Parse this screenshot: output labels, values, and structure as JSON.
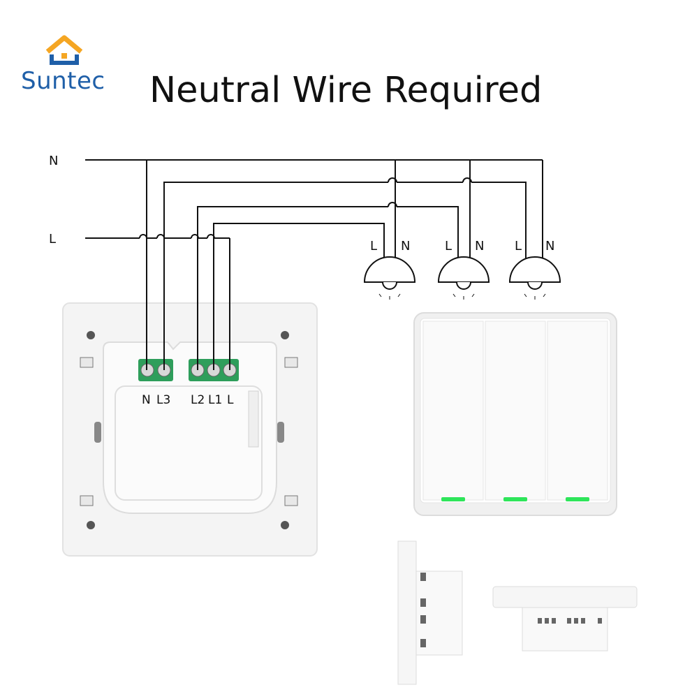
{
  "brand": {
    "name": "Suntec",
    "color": "#1f5fa8",
    "accent": "#f5a623"
  },
  "title": "Neutral Wire Required",
  "wires": {
    "neutral": "N",
    "live": "L"
  },
  "lamps": [
    {
      "l": "L",
      "n": "N"
    },
    {
      "l": "L",
      "n": "N"
    },
    {
      "l": "L",
      "n": "N"
    }
  ],
  "terminals": {
    "n": "N",
    "l3": "L3",
    "l2": "L2",
    "l1": "L1",
    "l": "L"
  },
  "colors": {
    "terminal": "#2e9e5b",
    "indicator": "#2ee55a",
    "wire": "#111111"
  }
}
